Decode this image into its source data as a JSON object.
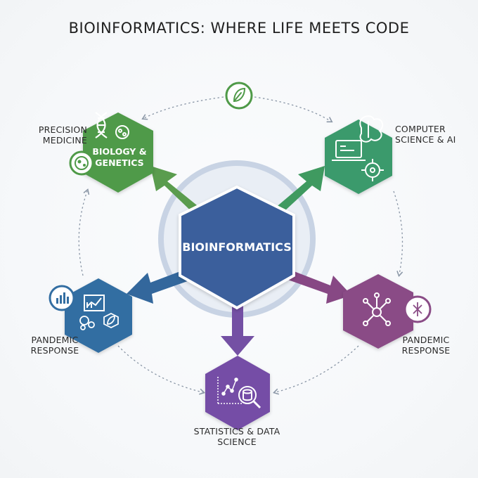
{
  "title": "BIOINFORMATICS: WHERE LIFE MEETS CODE",
  "colors": {
    "center": "#3a5f9c",
    "green": "#4f9a48",
    "teal": "#3a9a6c",
    "purple": "#8a4c86",
    "violet": "#744ea6",
    "blue": "#336ea2",
    "ring": "#c8d3e4"
  },
  "hub": {
    "label": "BIOINFORMATICS"
  },
  "nodes": [
    {
      "id": "biology",
      "label_line1": "BIOLOGY &",
      "label_line2": "GENETICS",
      "outer_label": [
        "PRECISION",
        "MEDICINE"
      ],
      "icons": [
        "dna-icon",
        "cell-icon"
      ]
    },
    {
      "id": "computer",
      "outer_label": [
        "COMPUTER",
        "SCIENCE & AI"
      ],
      "icons": [
        "brain-icon",
        "laptop-code-icon",
        "ai-chip-icon"
      ]
    },
    {
      "id": "pandemic-right",
      "outer_label": [
        "PANDEMIC",
        "RESPONSE"
      ],
      "icons": [
        "network-icon",
        "virus-icon"
      ]
    },
    {
      "id": "statistics",
      "outer_label": [
        "STATISTICS & DATA",
        "SCIENCE"
      ],
      "icons": [
        "scatter-plot-icon",
        "magnifier-database-icon"
      ]
    },
    {
      "id": "pandemic-left",
      "outer_label": [
        "PANDEMIC",
        "RESPONSE"
      ],
      "icons": [
        "bar-chart-icon",
        "analytics-chart-icon",
        "microbes-icon",
        "leaf-hex-icon"
      ]
    }
  ],
  "top_badge": {
    "icon": "leaf-icon"
  }
}
